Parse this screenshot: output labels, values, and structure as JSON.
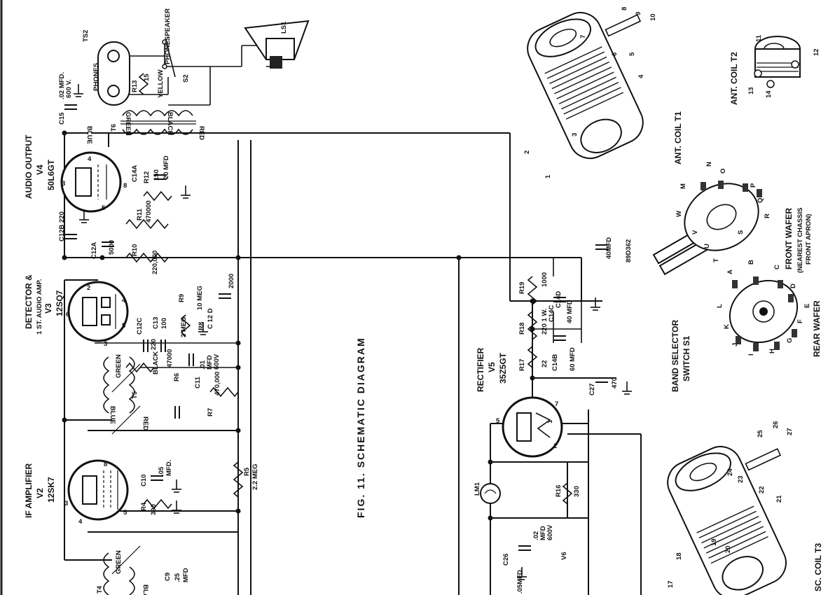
{
  "figure": {
    "title": "FIG. 11.  SCHEMATIC DIAGRAM",
    "drawing_number": "89D362"
  },
  "tubes": {
    "if_amp": {
      "function": "IF AMPLIFIER",
      "ref": "V2",
      "type": "12SK7"
    },
    "detector": {
      "function": "DETECTOR &",
      "function2": "1 ST. AUDIO AMP.",
      "ref": "V3",
      "type": "12SQ7"
    },
    "output": {
      "function": "AUDIO OUTPUT",
      "ref": "V4",
      "type": "50L6GT"
    },
    "rectifier": {
      "function": "RECTIFIER",
      "ref": "V5",
      "type": "35Z5GT"
    }
  },
  "components": {
    "c9": "C9",
    "c9_val": ".25",
    "c9_unit": "MFD",
    "c10": "C10",
    "c10_val": ".05",
    "c10_unit": "MFD.",
    "r4": "R4",
    "r4_val": "390",
    "t4": "T4",
    "t5": "T5",
    "t6": "T6",
    "r5": "R5",
    "r5_val": "2.2 MEG",
    "c11": "C11",
    "r7": "R7",
    "r7_val": "470,000",
    "r6": "R6",
    "r6_val": "47000",
    "c12c": "C12C",
    "c12c_val": "220",
    "c13": "C13",
    "c13_val": "100",
    "r8": "R8",
    "r8_val": "2 MEG.",
    "r9": "R9",
    "r9_val": "10 MEG",
    "c12d": "C 12 D",
    "c12d_val": "2000",
    "c_01": ".01",
    "c_01_unit": "MFD",
    "c_01_v": "600V",
    "c12a": "C12A",
    "c12a_val": "5000",
    "c12b": "C12B",
    "c12b_val": "220",
    "r10": "R10",
    "r10_val": "220,000",
    "r11": "R11",
    "r11_val": "470000",
    "r12": "R12",
    "r12_val": "150",
    "c14a": "C14A",
    "c14a_val": "20 MFD",
    "c15": "C15",
    "c15_val": ".02 MFD.",
    "c15_v": "600 V.",
    "r13": "R13",
    "r13_val": "15",
    "ts2": "TS2",
    "s2": "S2",
    "ls1": "LS1",
    "r19": "R19",
    "r19_val": "1000",
    "c14d": "C14D",
    "c14d_val": "40MFD",
    "c14c": "C14C",
    "c14c_val": "40 MFD",
    "r18": "R18",
    "r18_val": "220 1 W.",
    "r17": "R17",
    "r17_val": "22",
    "c14b": "C14B",
    "c14b_val": "60 MFD",
    "c27": "C27",
    "c27_val": "470",
    "lm1": "LM1",
    "r16": "R16",
    "r16_val": "330",
    "c26": "C26",
    "c26_val": ".02",
    "c26_unit": "MFD",
    "c26_v": "600V",
    "c_05": ".05MFD.",
    "v6": "V6"
  },
  "wires": {
    "green": "GREEN",
    "black": "BLACK",
    "blue": "BLUE",
    "red": "RED",
    "yellow": "YELLOW",
    "phones": "PHONES",
    "speaker": "SPEAKER"
  },
  "parts": {
    "ant_coil_t1": "ANT. COIL T1",
    "ant_coil_t2": "ANT. COIL T2",
    "osc_coil_t3": "SC. COIL T3",
    "band_selector": "BAND SELECTOR",
    "switch": "SWITCH S1",
    "front_wafer": "FRONT WAFER",
    "front_wafer_note": "(NEAREST CHASSIS",
    "front_wafer_note2": "FRONT APRON)",
    "rear_wafer": "REAR WAFER",
    "t1_pins": [
      "1",
      "2",
      "3",
      "4",
      "5",
      "6",
      "7",
      "8",
      "9",
      "10"
    ],
    "t2_pins": [
      "11",
      "12",
      "13",
      "14"
    ],
    "t3_pins": [
      "17",
      "18",
      "19",
      "20",
      "21",
      "22",
      "23",
      "24",
      "25",
      "26",
      "27"
    ],
    "front_wafer_letters": [
      "M",
      "N",
      "O",
      "P",
      "Q",
      "R",
      "S",
      "T",
      "U",
      "V",
      "W"
    ],
    "rear_wafer_letters": [
      "A",
      "B",
      "C",
      "D",
      "E",
      "F",
      "G",
      "H",
      "I",
      "J",
      "K",
      "L"
    ]
  }
}
